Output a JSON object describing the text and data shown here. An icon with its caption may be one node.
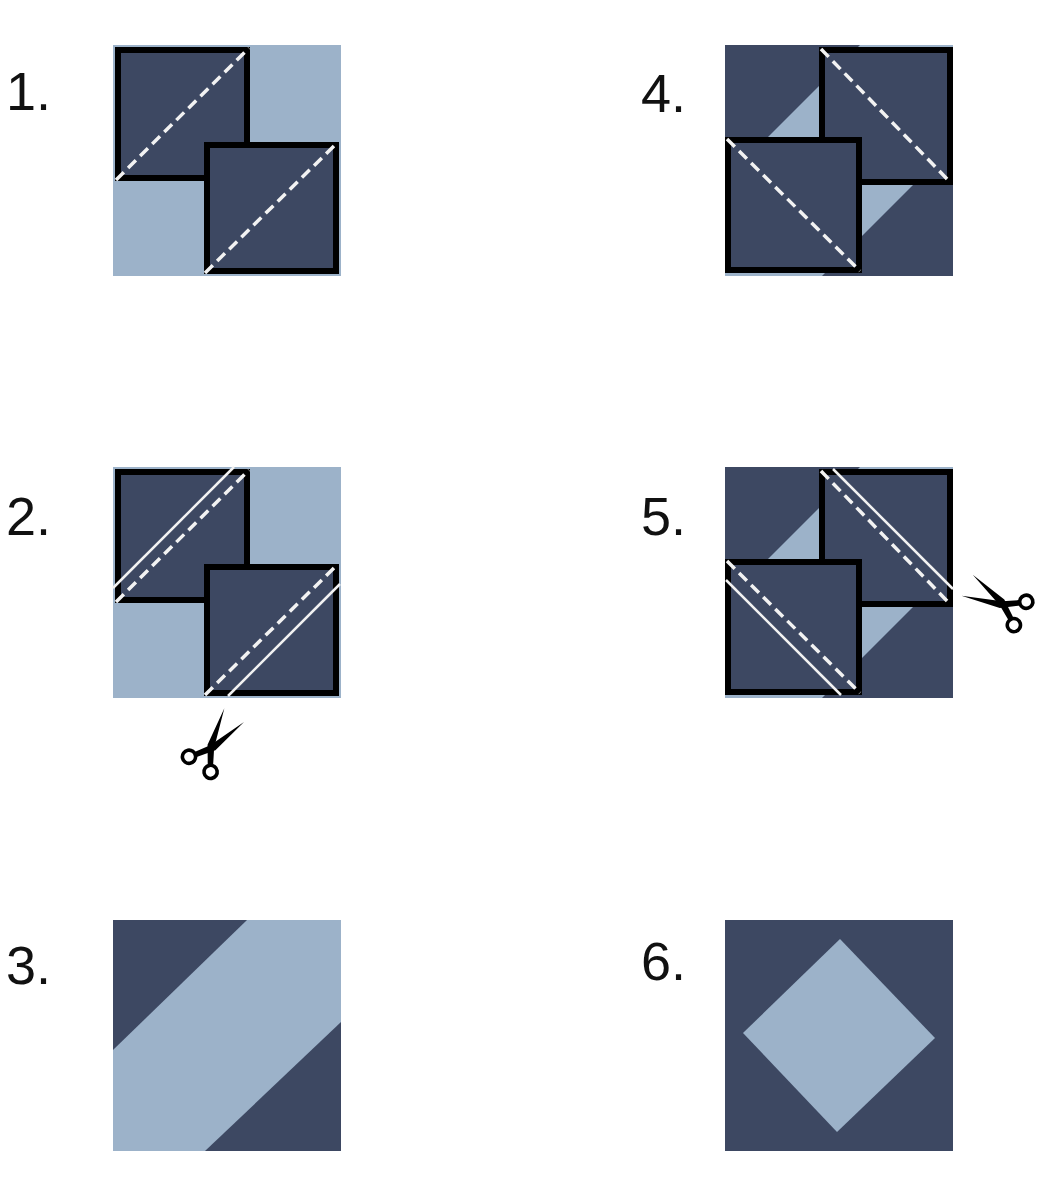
{
  "diagram": {
    "labels": [
      "1.",
      "4.",
      "2.",
      "5.",
      "3.",
      "6."
    ]
  }
}
